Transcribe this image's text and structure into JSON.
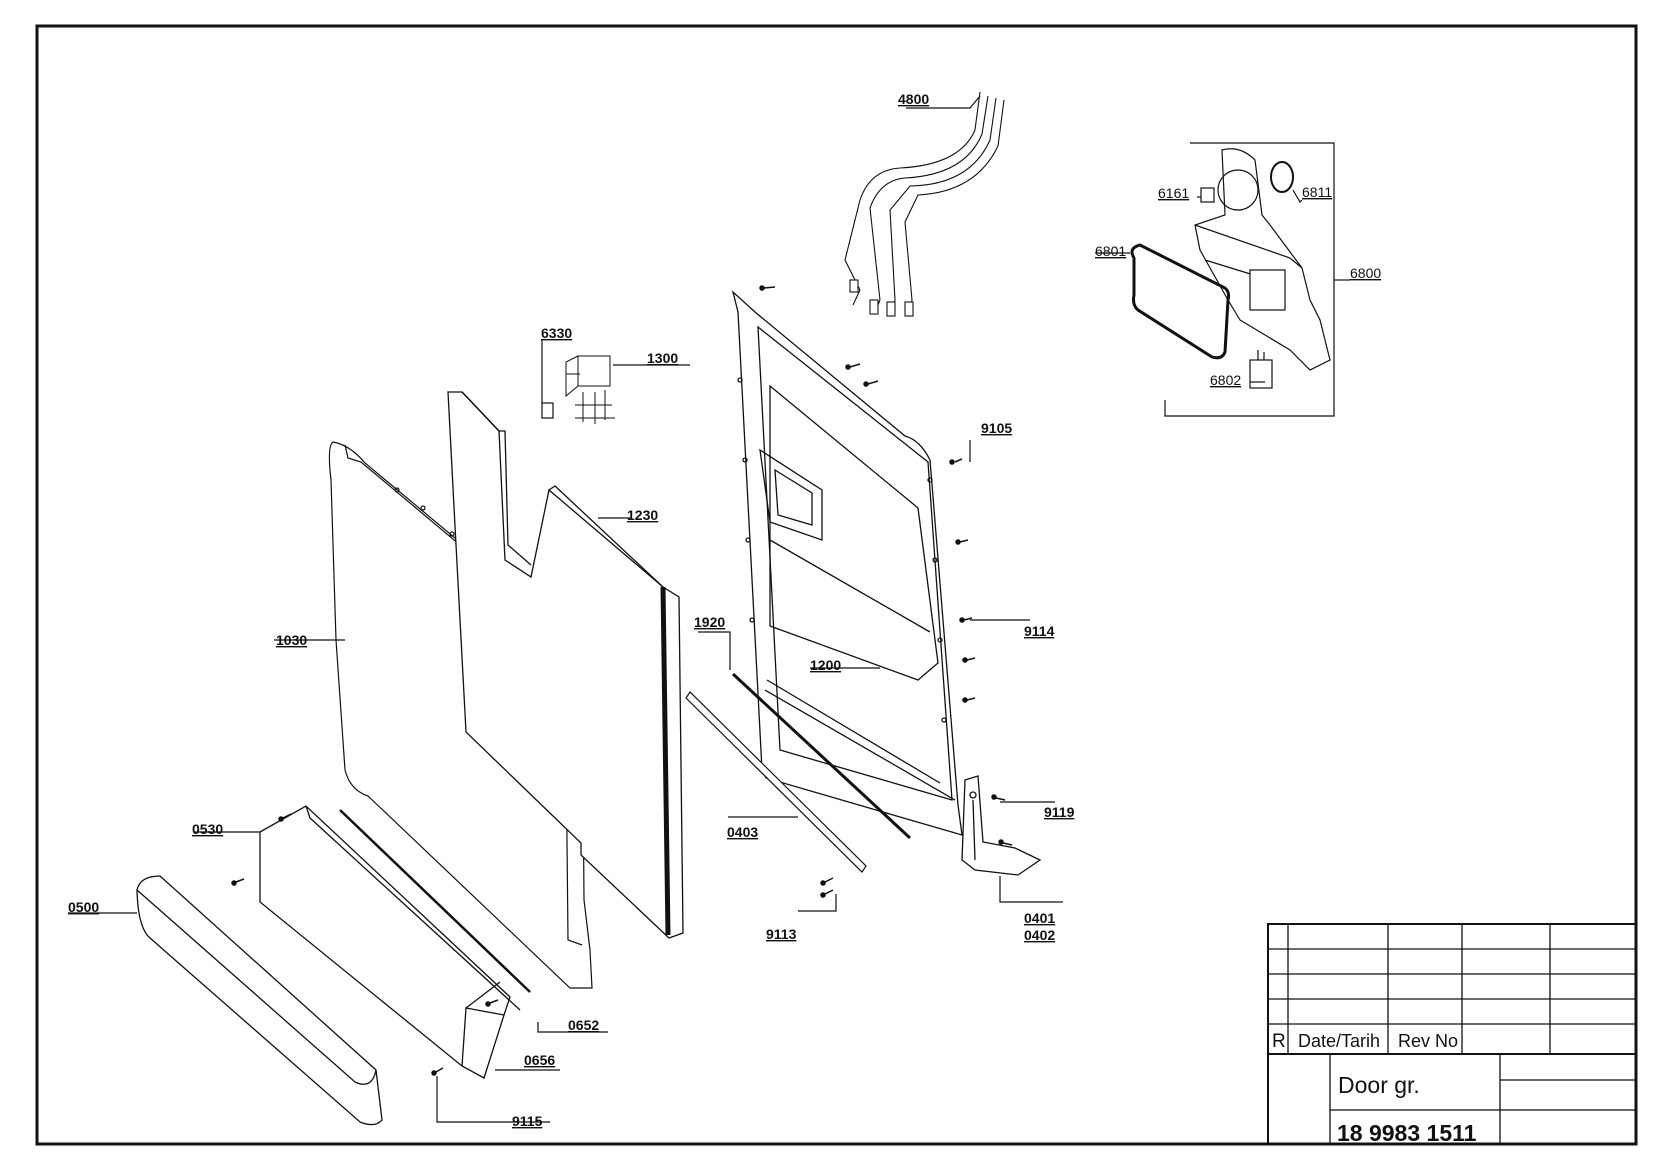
{
  "diagram": {
    "labels": {
      "p4800": "4800",
      "p6161": "6161",
      "p6811": "6811",
      "p6801": "6801",
      "p6800": "6800",
      "p6802": "6802",
      "p6330": "6330",
      "p1300": "1300",
      "p9105": "9105",
      "p1230": "1230",
      "p1030": "1030",
      "p1920": "1920",
      "p9114": "9114",
      "p1200": "1200",
      "p9119": "9119",
      "p0530": "0530",
      "p0403": "0403",
      "p0500": "0500",
      "p9113": "9113",
      "p0401": "0401",
      "p0402": "0402",
      "p0652": "0652",
      "p0656": "0656",
      "p9115": "9115"
    }
  },
  "title_block": {
    "rev_marker": "R",
    "date_header": "Date/Tarih",
    "rev_no_header": "Rev No",
    "title": "Door gr.",
    "drawing_number": "18 9983 1511"
  }
}
